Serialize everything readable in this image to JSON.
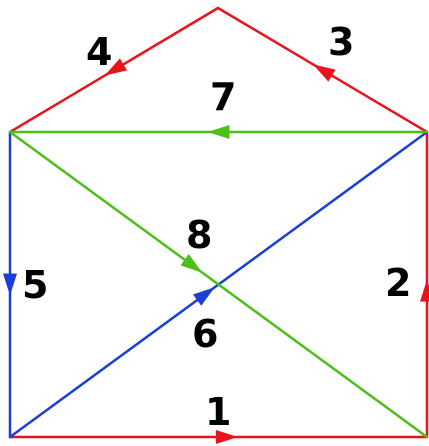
{
  "colors": {
    "red": "#e8141b",
    "green": "#4cbf1a",
    "blue": "#1a3fd6",
    "label": "#000000"
  },
  "edges": [
    {
      "id": "1",
      "label": "1",
      "color": "red"
    },
    {
      "id": "2",
      "label": "2",
      "color": "red"
    },
    {
      "id": "3",
      "label": "3",
      "color": "red"
    },
    {
      "id": "4",
      "label": "4",
      "color": "red"
    },
    {
      "id": "5",
      "label": "5",
      "color": "blue"
    },
    {
      "id": "6",
      "label": "6",
      "color": "blue"
    },
    {
      "id": "7",
      "label": "7",
      "color": "green"
    },
    {
      "id": "8",
      "label": "8",
      "color": "green"
    }
  ]
}
